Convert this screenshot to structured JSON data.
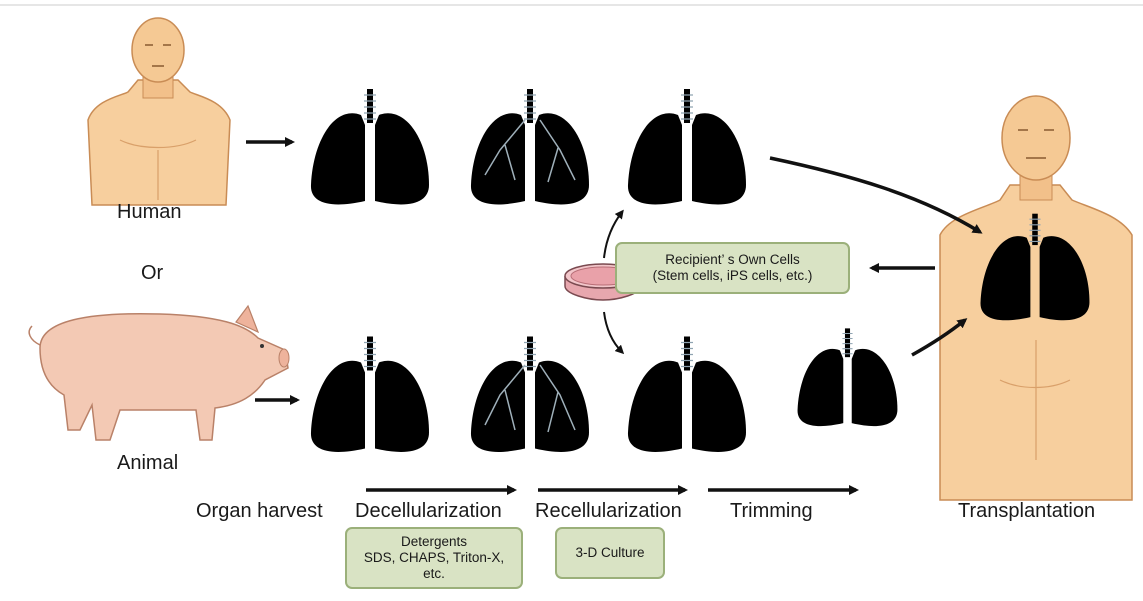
{
  "sources": {
    "human": "Human",
    "or": "Or",
    "animal": "Animal"
  },
  "steps": {
    "organ_harvest": "Organ harvest",
    "decellularization": "Decellularization",
    "recellularization": "Recellularization",
    "trimming": "Trimming",
    "transplantation": "Transplantation"
  },
  "boxes": {
    "cells_line1": "Recipient’ s Own Cells",
    "cells_line2": "(Stem cells, iPS cells, etc.)",
    "detergents_line1": "Detergents",
    "detergents_line2": "SDS, CHAPS, Triton-X,",
    "detergents_line3": "etc.",
    "culture": "3-D Culture"
  },
  "colors": {
    "native_lung": "#b8323d",
    "decell_lung": "#f4f7f8",
    "recell_lung": "#f2b4bc",
    "skin": "#f7cf9e",
    "pig": "#f3c9b4",
    "trachea": "#b9c9d4",
    "box_fill": "#d9e3c4",
    "box_border": "#9bb07a"
  },
  "icons": [
    "human-figure",
    "pig-figure",
    "lung",
    "petri-dish",
    "arrow"
  ]
}
